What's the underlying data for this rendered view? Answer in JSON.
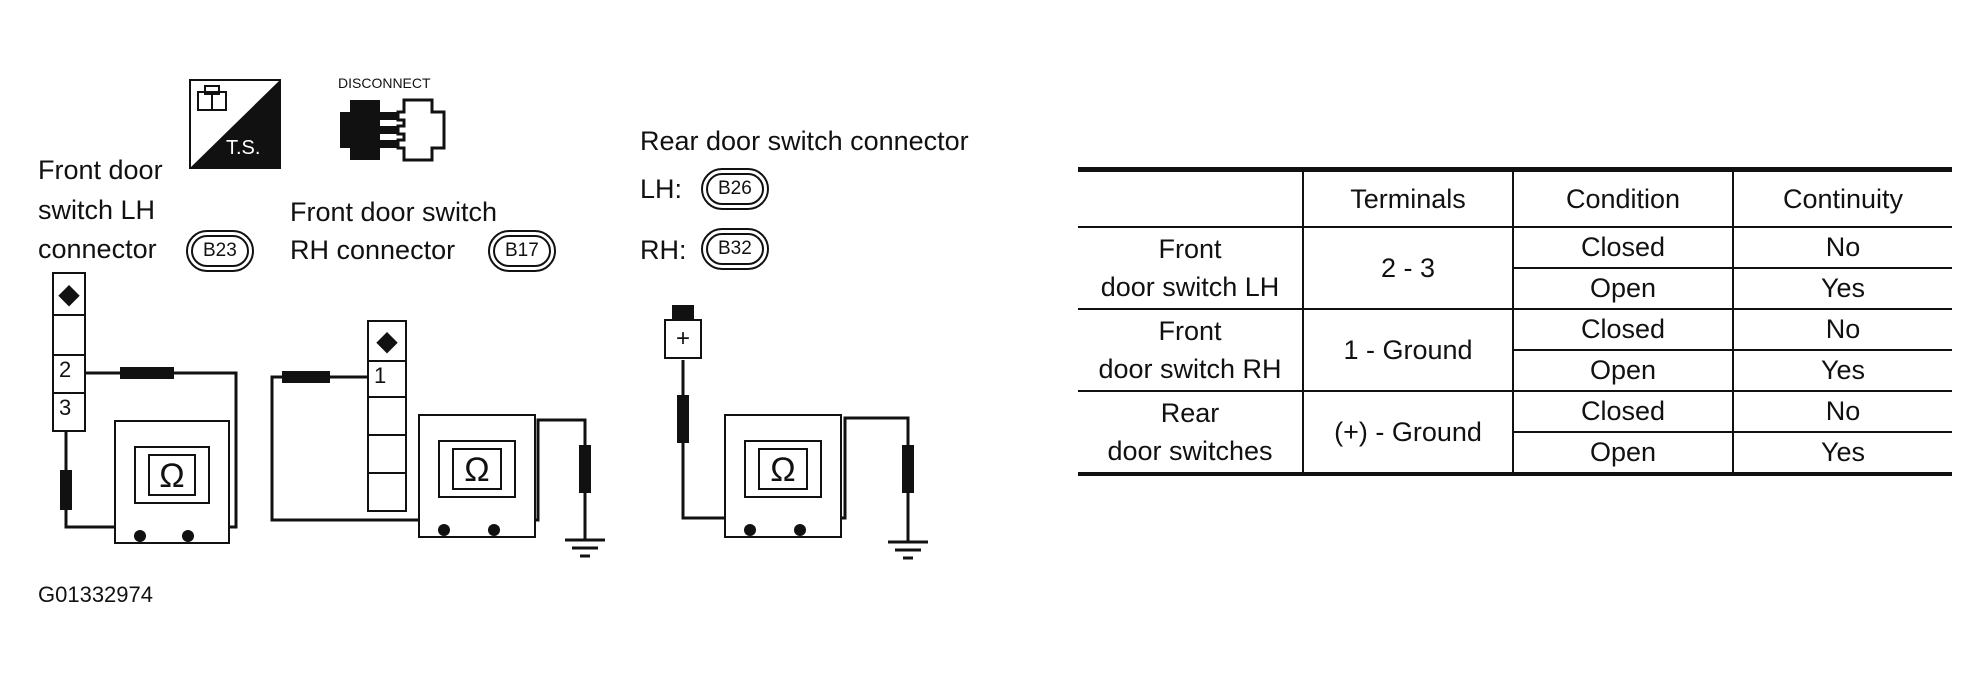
{
  "icons": {
    "ts_label": "T.S.",
    "disconnect_label": "DISCONNECT"
  },
  "front_lh": {
    "label_line1": "Front door",
    "label_line2": "switch  LH",
    "label_line3": "connector",
    "connector_code": "B23",
    "pins": [
      "2",
      "3"
    ]
  },
  "front_rh": {
    "label_line1": "Front door switch",
    "label_line2": "RH connector",
    "connector_code": "B17",
    "pins": [
      "1"
    ]
  },
  "rear": {
    "title": "Rear door switch connector",
    "lh_prefix": "LH:",
    "lh_code": "B26",
    "rh_prefix": "RH:",
    "rh_code": "B32",
    "terminal": "+"
  },
  "meter_symbol": "Ω",
  "figure_id": "G01332974",
  "table": {
    "headers": [
      "",
      "Terminals",
      "Condition",
      "Continuity"
    ],
    "rows": [
      {
        "item_line1": "Front",
        "item_line2": "door switch LH",
        "terminals": "2 - 3",
        "conditions": [
          {
            "condition": "Closed",
            "continuity": "No"
          },
          {
            "condition": "Open",
            "continuity": "Yes"
          }
        ]
      },
      {
        "item_line1": "Front",
        "item_line2": "door switch RH",
        "terminals": "1 - Ground",
        "conditions": [
          {
            "condition": "Closed",
            "continuity": "No"
          },
          {
            "condition": "Open",
            "continuity": "Yes"
          }
        ]
      },
      {
        "item_line1": "Rear",
        "item_line2": "door switches",
        "terminals": "(+) - Ground",
        "conditions": [
          {
            "condition": "Closed",
            "continuity": "No"
          },
          {
            "condition": "Open",
            "continuity": "Yes"
          }
        ]
      }
    ]
  }
}
